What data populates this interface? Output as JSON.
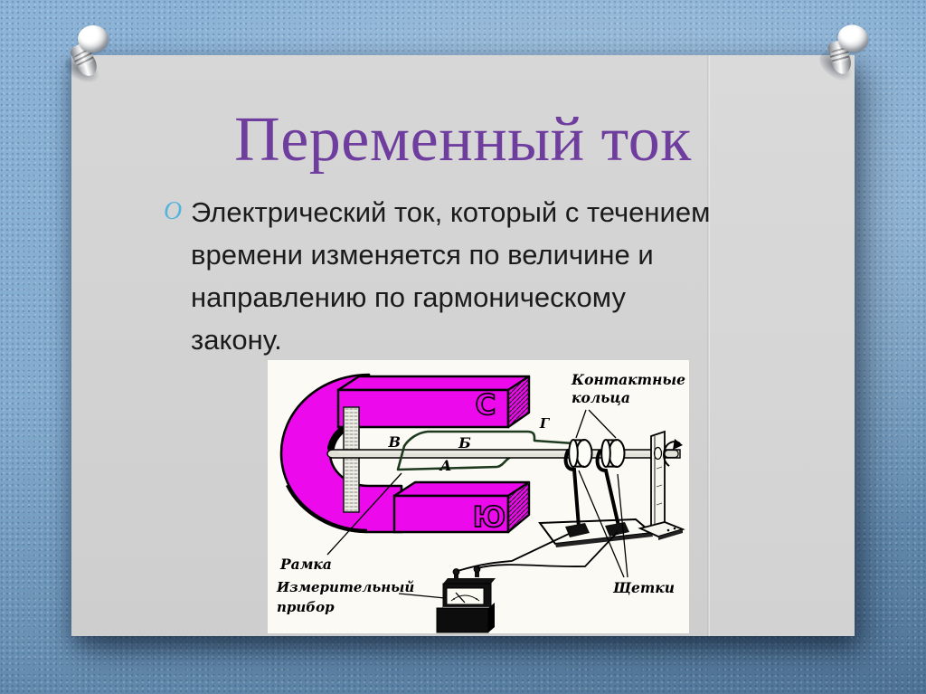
{
  "slide": {
    "title": "Переменный ток",
    "bullet": {
      "marker": "O",
      "lines": [
        "Электрический ток, который с течением",
        "времени изменяется по величине и",
        "направлению по гармоническому",
        "закону."
      ]
    }
  },
  "diagram": {
    "pole_north": "С",
    "pole_south": "Ю",
    "point_v": "В",
    "point_b": "Б",
    "point_a": "А",
    "point_g": "Г",
    "label_rings_1": "Контактные",
    "label_rings_2": "кольца",
    "label_brushes": "Щетки",
    "label_frame": "Рамка",
    "label_meter_1": "Измерительный",
    "label_meter_2": "прибор"
  },
  "colors": {
    "title": "#6E3D9E",
    "bullet": "#56B4DC",
    "magnet": "#EC0AEC",
    "wire": "#1E3A1E",
    "paper": "#D2D2D2",
    "background": "#7FA9CC"
  }
}
